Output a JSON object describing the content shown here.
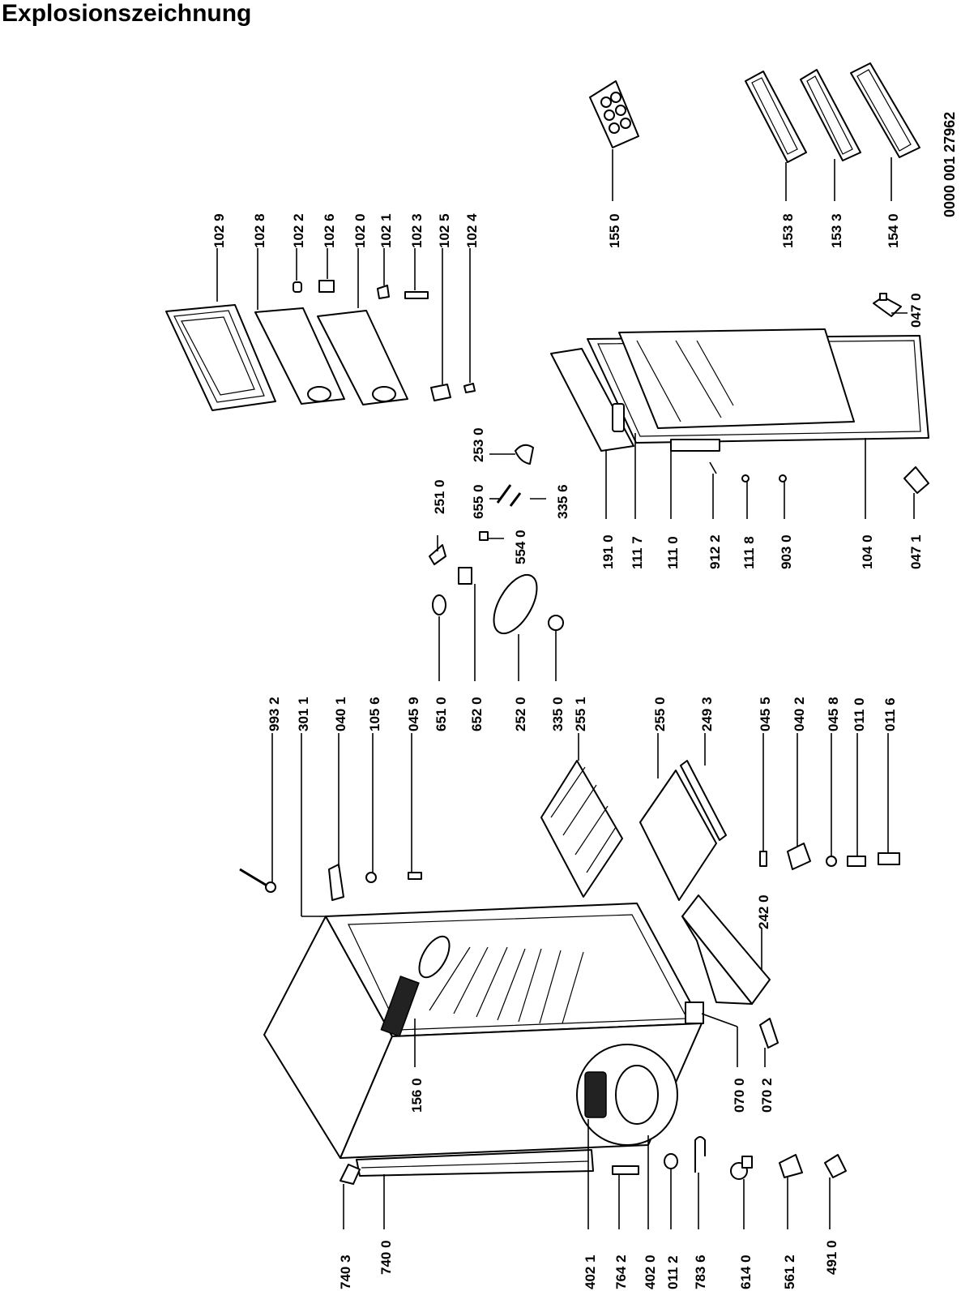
{
  "title": "Explosionszeichnung",
  "document_number": "0000 001 27962",
  "parts": [
    {
      "id": "p1029",
      "label": "102 9"
    },
    {
      "id": "p1028",
      "label": "102 8"
    },
    {
      "id": "p1022",
      "label": "102 2"
    },
    {
      "id": "p1026",
      "label": "102 6"
    },
    {
      "id": "p1020",
      "label": "102 0"
    },
    {
      "id": "p1021",
      "label": "102 1"
    },
    {
      "id": "p1023",
      "label": "102 3"
    },
    {
      "id": "p1025",
      "label": "102 5"
    },
    {
      "id": "p1024",
      "label": "102 4"
    },
    {
      "id": "p1550",
      "label": "155 0"
    },
    {
      "id": "p1538",
      "label": "153 8"
    },
    {
      "id": "p1533",
      "label": "153 3"
    },
    {
      "id": "p1540",
      "label": "154 0"
    },
    {
      "id": "p0470",
      "label": "047 0"
    },
    {
      "id": "p2530",
      "label": "253 0"
    },
    {
      "id": "p2510",
      "label": "251 0"
    },
    {
      "id": "p6550",
      "label": "655 0"
    },
    {
      "id": "p3356",
      "label": "335 6"
    },
    {
      "id": "p5540",
      "label": "554 0"
    },
    {
      "id": "p1910",
      "label": "191 0"
    },
    {
      "id": "p1117",
      "label": "111 7"
    },
    {
      "id": "p1110",
      "label": "111 0"
    },
    {
      "id": "p9122",
      "label": "912 2"
    },
    {
      "id": "p1118",
      "label": "111 8"
    },
    {
      "id": "p9030",
      "label": "903 0"
    },
    {
      "id": "p1040",
      "label": "104 0"
    },
    {
      "id": "p0471",
      "label": "047 1"
    },
    {
      "id": "p9932",
      "label": "993 2"
    },
    {
      "id": "p3011",
      "label": "301 1"
    },
    {
      "id": "p0401",
      "label": "040 1"
    },
    {
      "id": "p1056",
      "label": "105 6"
    },
    {
      "id": "p0459",
      "label": "045 9"
    },
    {
      "id": "p6510",
      "label": "651 0"
    },
    {
      "id": "p6520",
      "label": "652 0"
    },
    {
      "id": "p2520",
      "label": "252 0"
    },
    {
      "id": "p3350",
      "label": "335 0"
    },
    {
      "id": "p2551",
      "label": "255 1"
    },
    {
      "id": "p2550",
      "label": "255 0"
    },
    {
      "id": "p2493",
      "label": "249 3"
    },
    {
      "id": "p0455",
      "label": "045 5"
    },
    {
      "id": "p0402",
      "label": "040 2"
    },
    {
      "id": "p0458",
      "label": "045 8"
    },
    {
      "id": "p0110",
      "label": "011 0"
    },
    {
      "id": "p0116",
      "label": "011 6"
    },
    {
      "id": "p2420",
      "label": "242 0"
    },
    {
      "id": "p1560",
      "label": "156 0"
    },
    {
      "id": "p0700",
      "label": "070 0"
    },
    {
      "id": "p0702",
      "label": "070 2"
    },
    {
      "id": "p7403",
      "label": "740 3"
    },
    {
      "id": "p7400",
      "label": "740 0"
    },
    {
      "id": "p4021",
      "label": "402 1"
    },
    {
      "id": "p7642",
      "label": "764 2"
    },
    {
      "id": "p4020",
      "label": "402 0"
    },
    {
      "id": "p0112",
      "label": "011 2"
    },
    {
      "id": "p7836",
      "label": "783 6"
    },
    {
      "id": "p6140",
      "label": "614 0"
    },
    {
      "id": "p5612",
      "label": "561 2"
    },
    {
      "id": "p4910",
      "label": "491 0"
    }
  ]
}
